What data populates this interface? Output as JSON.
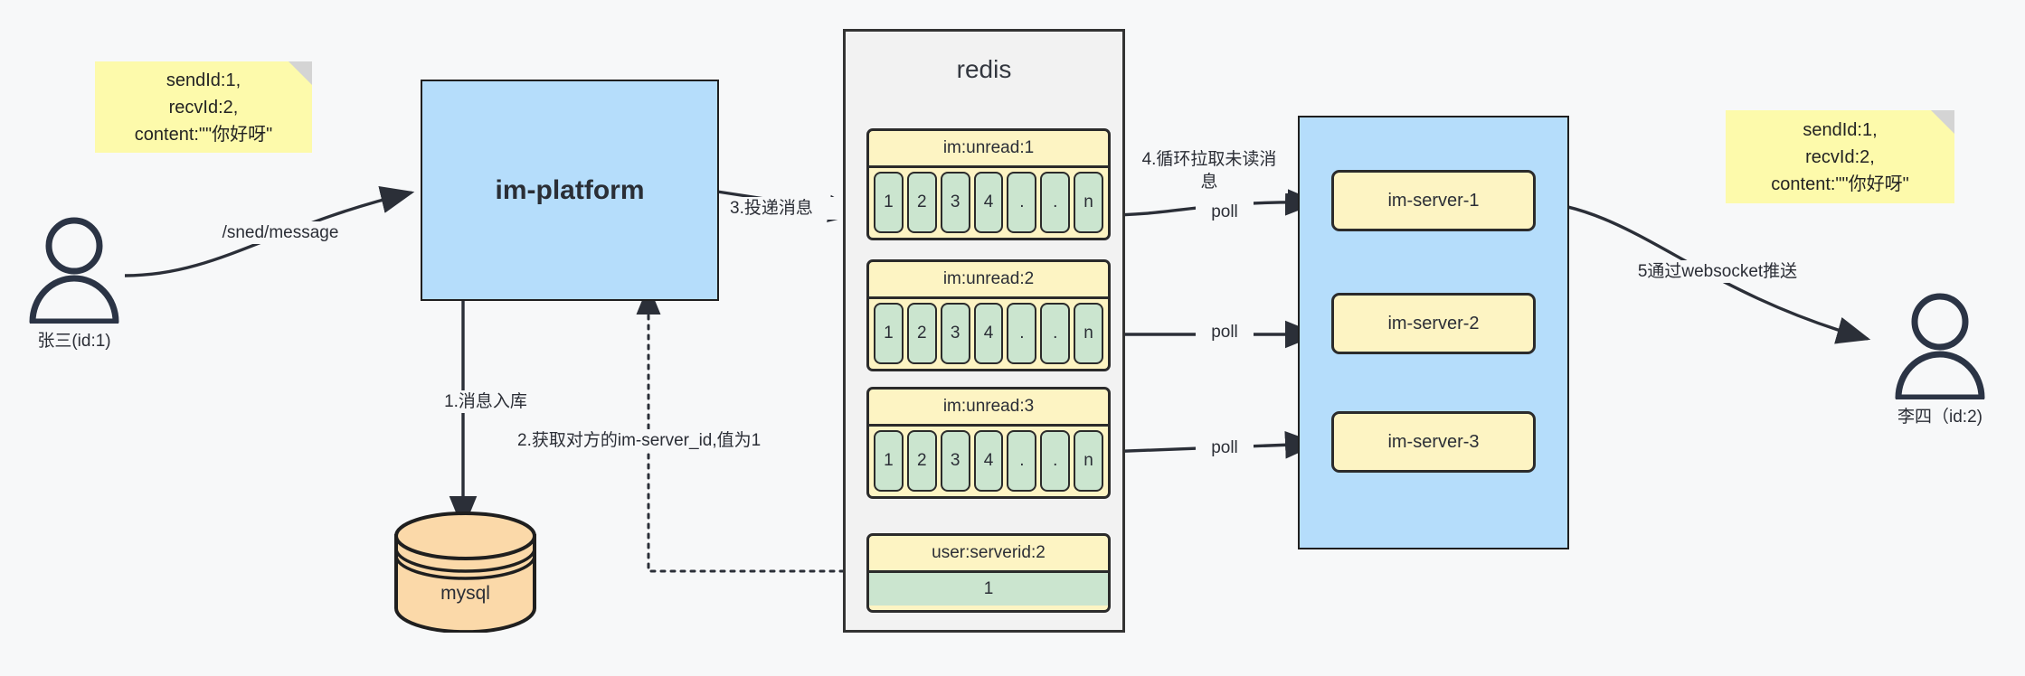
{
  "diagram": {
    "title": "IM message delivery flow",
    "colors": {
      "note_yellow": "#fdfaab",
      "box_blue": "#b5ddfb",
      "server_yellow": "#fdf4c3",
      "cell_green": "#cbe5cf",
      "db_orange": "#fbd9a9",
      "stroke": "#2b2b2b",
      "canvas": "#f7f8f9"
    },
    "notes": [
      {
        "id": "note-left",
        "text": "sendId:1,\nrecvId:2,\ncontent:\"\"你好呀\""
      },
      {
        "id": "note-right",
        "text": "sendId:1,\nrecvId:2,\ncontent:\"\"你好呀\""
      }
    ],
    "actors": [
      {
        "id": "user-sender",
        "caption": "张三(id:1)"
      },
      {
        "id": "user-receiver",
        "caption": "李四（id:2)"
      }
    ],
    "nodes": {
      "platform": {
        "label": "im-platform"
      },
      "database": {
        "label": "mysql"
      },
      "redis": {
        "title": "redis"
      },
      "server_group": {
        "servers": [
          {
            "label": "im-server-1"
          },
          {
            "label": "im-server-2"
          },
          {
            "label": "im-server-3"
          }
        ]
      }
    },
    "redis_keys": [
      {
        "key": "im:unread:1",
        "cells": [
          "1",
          "2",
          "3",
          "4",
          ".",
          ".",
          "n"
        ]
      },
      {
        "key": "im:unread:2",
        "cells": [
          "1",
          "2",
          "3",
          "4",
          ".",
          ".",
          "n"
        ]
      },
      {
        "key": "im:unread:3",
        "cells": [
          "1",
          "2",
          "3",
          "4",
          ".",
          ".",
          "n"
        ]
      },
      {
        "key": "user:serverid:2",
        "value": "1"
      }
    ],
    "edges": [
      {
        "id": "edge-send",
        "label": "/sned/message"
      },
      {
        "id": "edge-store",
        "label": "1.消息入库"
      },
      {
        "id": "edge-lookup",
        "label": "2.获取对方的im-server_id,值为1"
      },
      {
        "id": "edge-deliver",
        "label": "3.投递消息"
      },
      {
        "id": "edge-poll",
        "label": "4.循环拉取未读消\n息"
      },
      {
        "id": "edge-poll-1",
        "label": "poll"
      },
      {
        "id": "edge-poll-2",
        "label": "poll"
      },
      {
        "id": "edge-poll-3",
        "label": "poll"
      },
      {
        "id": "edge-push",
        "label": "5通过websocket推送"
      }
    ]
  }
}
